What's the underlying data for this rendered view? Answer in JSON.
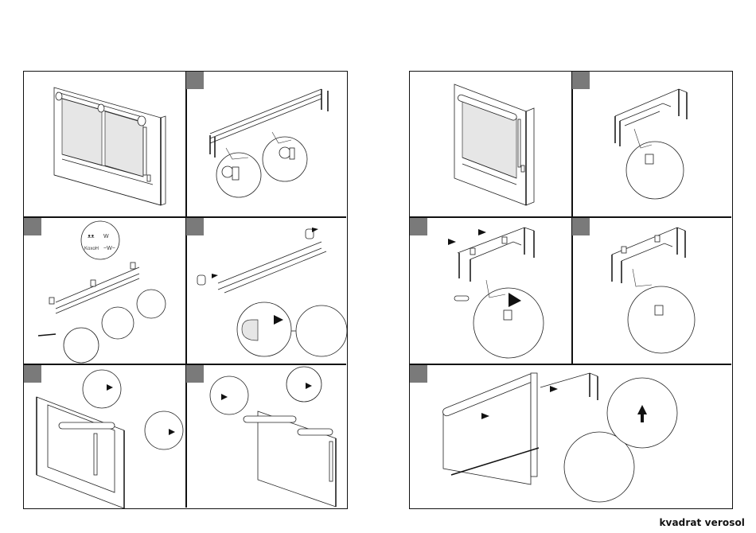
{
  "document": {
    "type": "installation instructions spread",
    "brand": "kvadrat verosol",
    "marker_color": "#7a7a7a",
    "line_color": "#111111"
  },
  "left_page": {
    "panels": [
      {
        "id": "overview",
        "step_marker": false,
        "illustration": "double roller blinds mounted side by side on window frame"
      },
      {
        "id": "step-1",
        "step_marker": true,
        "illustration": "brackets fixed to top of frame with zoom callouts"
      },
      {
        "id": "step-2",
        "step_marker": true,
        "illustration": "screwing brackets onto frame, screw and plug options callout"
      },
      {
        "id": "step-3",
        "step_marker": true,
        "illustration": "attaching end caps to brackets with arrows"
      },
      {
        "id": "step-4",
        "step_marker": true,
        "illustration": "hooking first blind roller into brackets"
      },
      {
        "id": "step-5",
        "step_marker": true,
        "illustration": "hooking second blind roller into center brackets"
      }
    ]
  },
  "right_page": {
    "panels": [
      {
        "id": "overview",
        "step_marker": false,
        "illustration": "single roller blind mounted in window frame"
      },
      {
        "id": "step-1",
        "step_marker": true,
        "illustration": "clip position marked on frame with zoom callout"
      },
      {
        "id": "step-2",
        "step_marker": true,
        "illustration": "screwing clips to frame with arrows"
      },
      {
        "id": "step-3",
        "step_marker": true,
        "illustration": "clips mounted on frame zoom view"
      },
      {
        "id": "step-4",
        "step_marker": true,
        "illustration": "clicking roller into clips, release detail with upward arrow"
      }
    ]
  }
}
